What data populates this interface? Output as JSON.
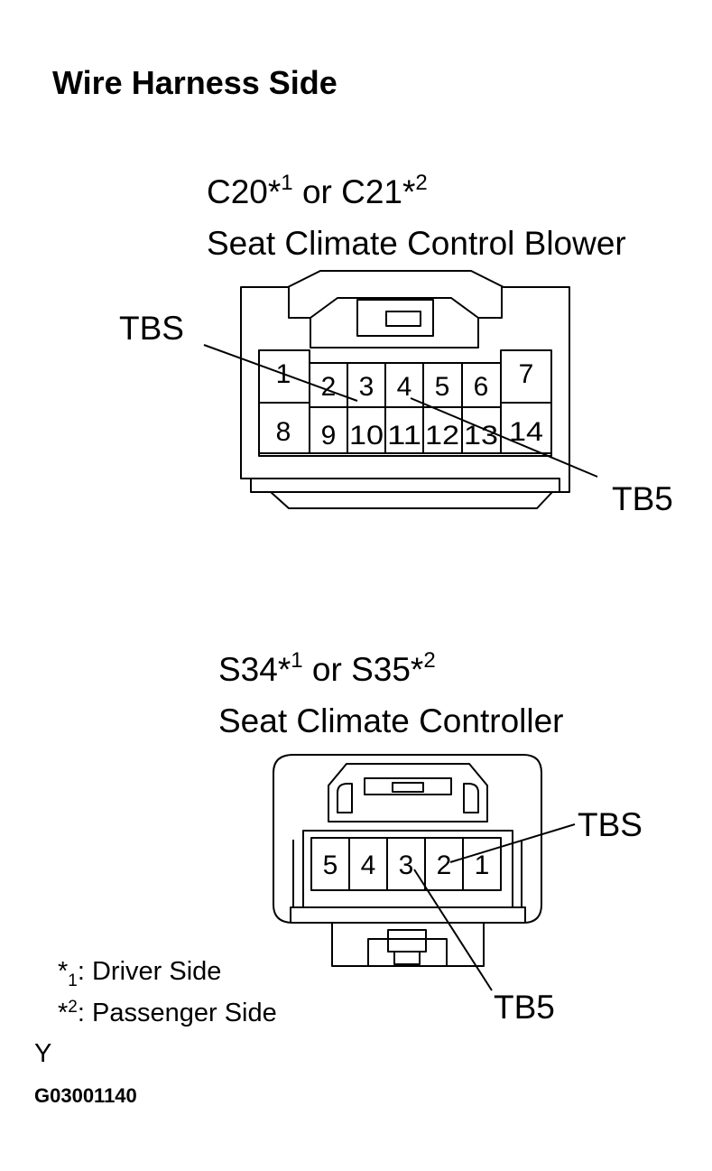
{
  "title": "Wire Harness Side",
  "connector1": {
    "code_a": "C20",
    "mark_a": "*",
    "ref_a": "1",
    "or": "or",
    "code_b": "C21",
    "mark_b": "*",
    "ref_b": "2",
    "name": "Seat Climate Control Blower",
    "pins": [
      "1",
      "2",
      "3",
      "4",
      "5",
      "6",
      "7",
      "8",
      "9",
      "10",
      "11",
      "12",
      "13",
      "14"
    ],
    "callout_tbs": "TBS",
    "callout_tb5": "TB5"
  },
  "connector2": {
    "code_a": "S34",
    "mark_a": "*",
    "ref_a": "1",
    "or": "or",
    "code_b": "S35",
    "mark_b": "*",
    "ref_b": "2",
    "name": "Seat Climate Controller",
    "pins": [
      "5",
      "4",
      "3",
      "2",
      "1"
    ],
    "callout_tbs": "TBS",
    "callout_tb5": "TB5"
  },
  "notes": [
    {
      "mark": "*",
      "ref": "1",
      "text": ": Driver Side"
    },
    {
      "mark": "*",
      "ref": "2",
      "text": ": Passenger Side"
    }
  ],
  "view_letter": "Y",
  "figure_code": "G03001140"
}
